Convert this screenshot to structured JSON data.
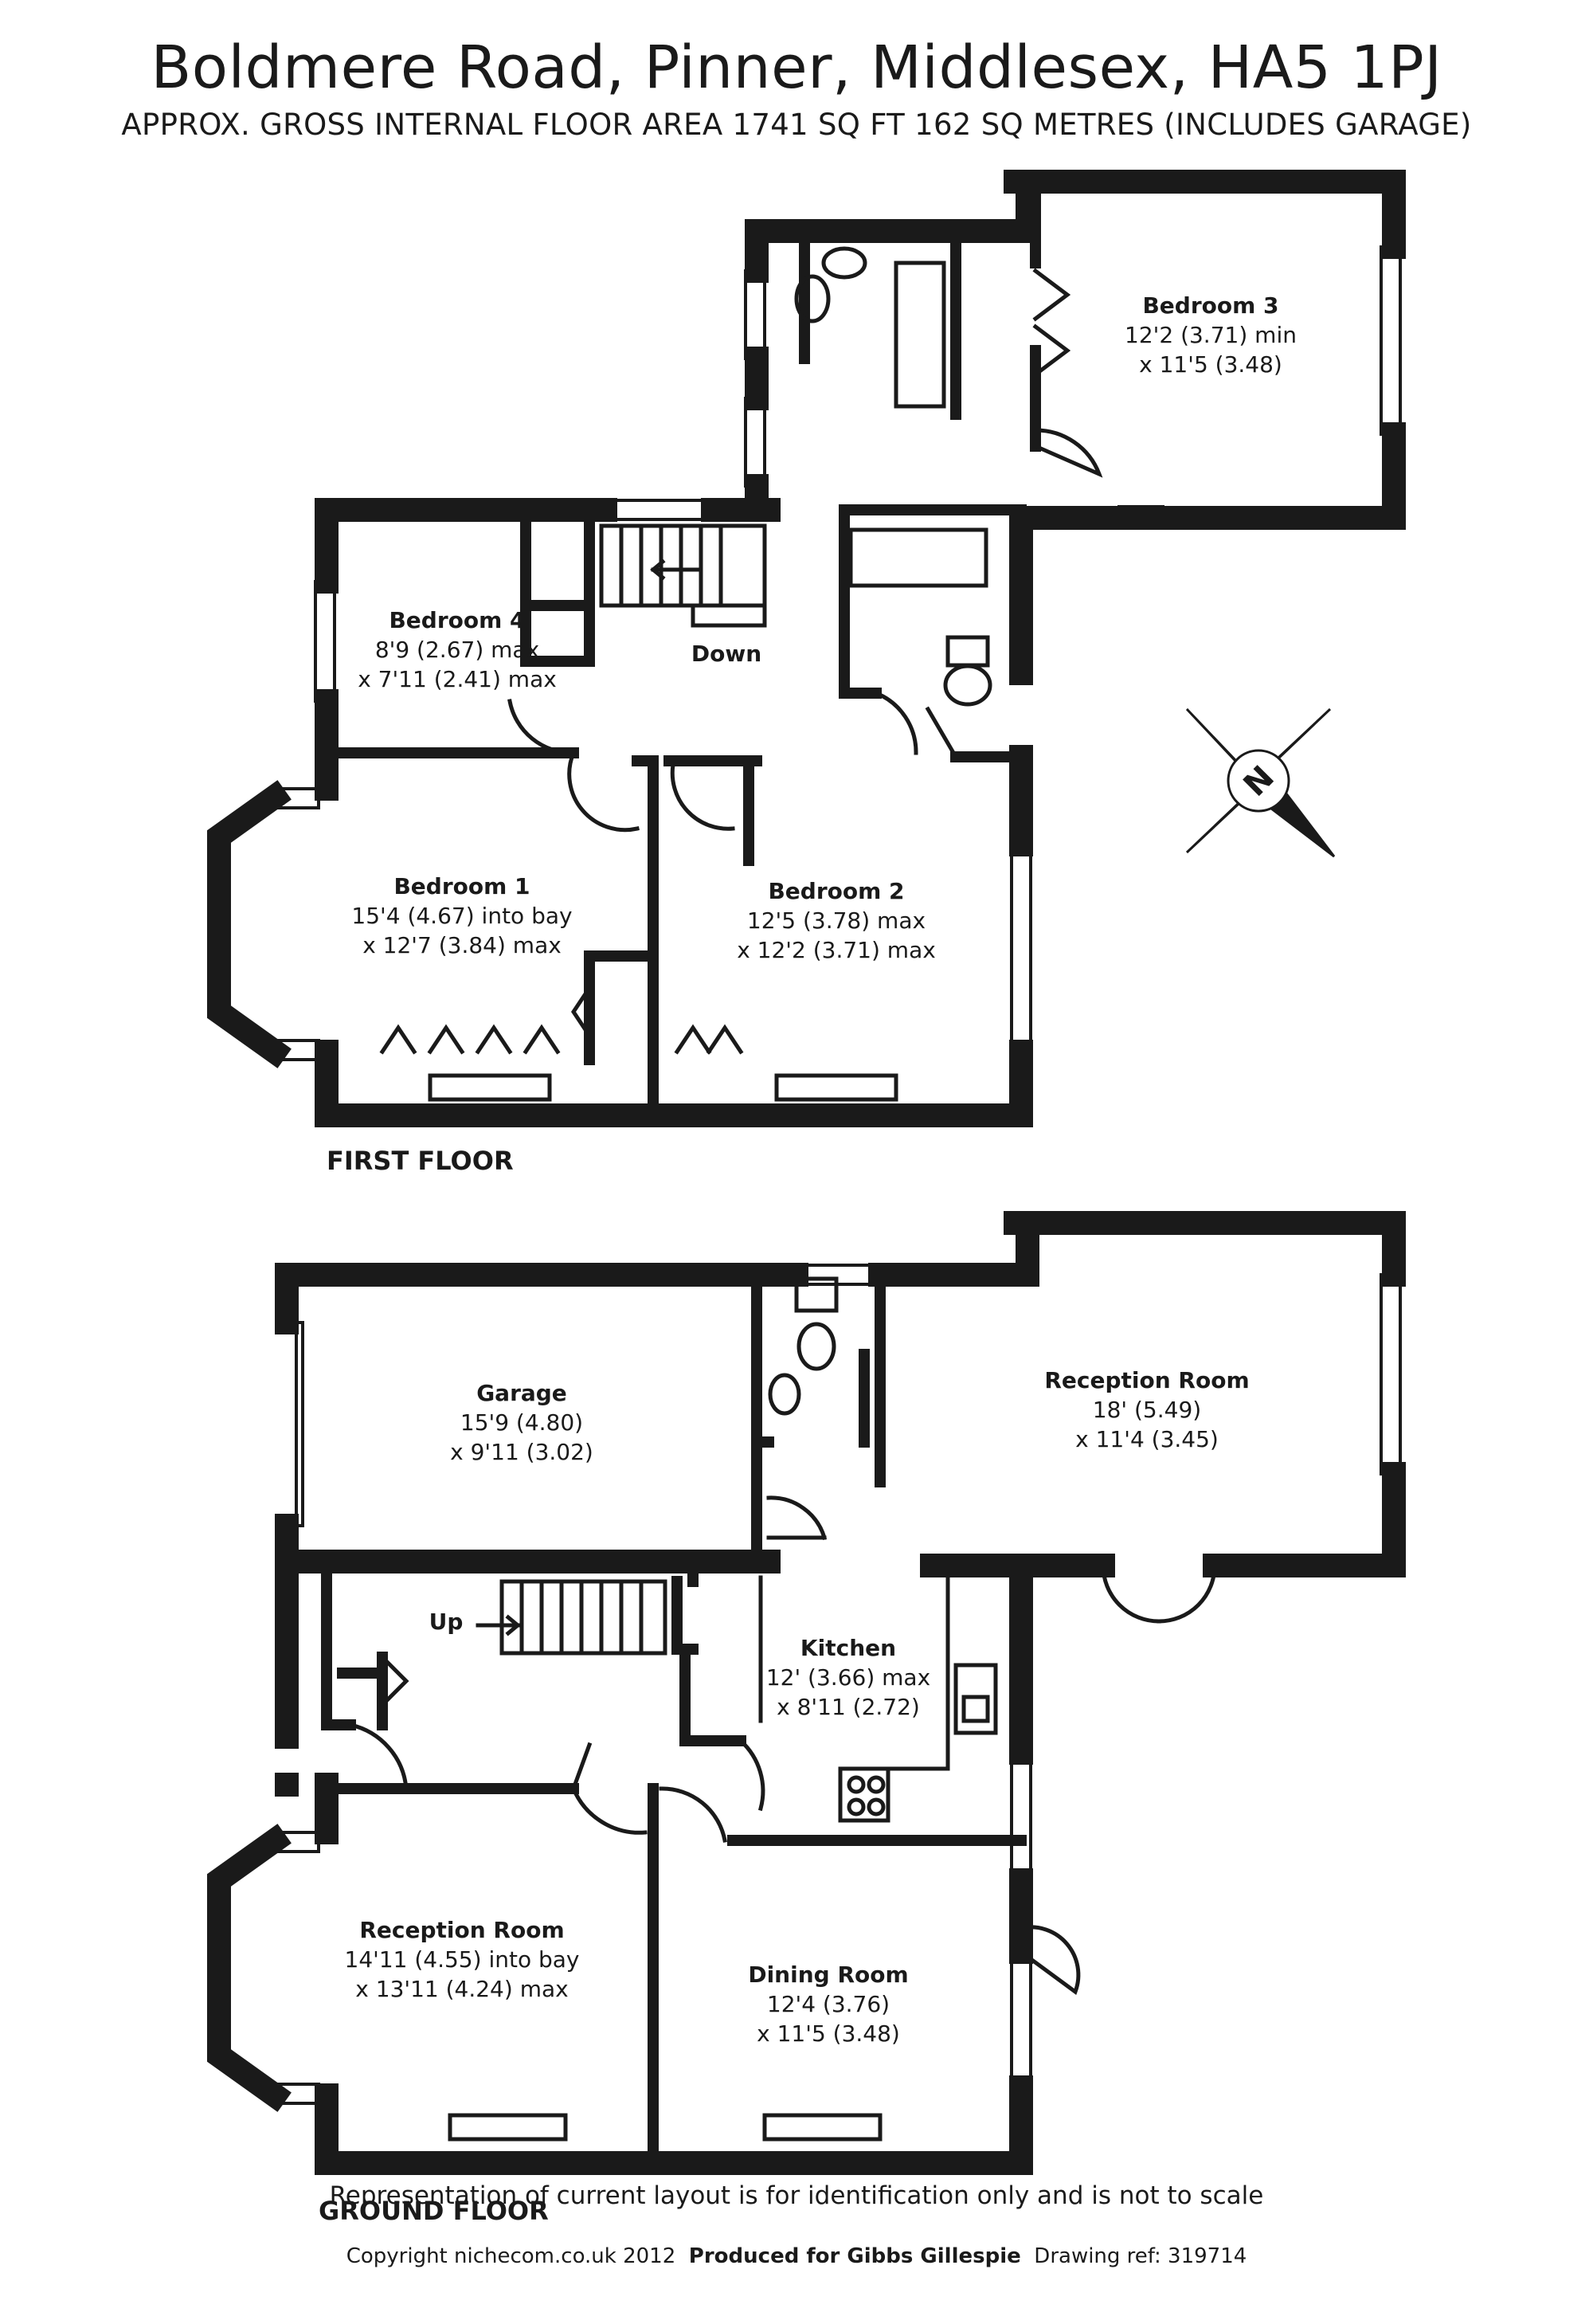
{
  "header": {
    "title": "Boldmere Road, Pinner, Middlesex, HA5 1PJ",
    "subtitle": "APPROX. GROSS INTERNAL FLOOR AREA 1741 SQ FT 162 SQ METRES (INCLUDES GARAGE)"
  },
  "first_floor": {
    "label": "FIRST FLOOR",
    "stairs_label": "Down",
    "rooms": {
      "bedroom3": {
        "name": "Bedroom 3",
        "dim1": "12'2 (3.71) min",
        "dim2": "x 11'5 (3.48)"
      },
      "bedroom4": {
        "name": "Bedroom 4",
        "dim1": "8'9 (2.67) max",
        "dim2": "x 7'11 (2.41) max"
      },
      "bedroom1": {
        "name": "Bedroom 1",
        "dim1": "15'4 (4.67) into bay",
        "dim2": "x 12'7 (3.84) max"
      },
      "bedroom2": {
        "name": "Bedroom 2",
        "dim1": "12'5 (3.78) max",
        "dim2": "x 12'2 (3.71) max"
      }
    }
  },
  "compass": {
    "letter": "N"
  },
  "ground_floor": {
    "label": "GROUND FLOOR",
    "stairs_label": "Up",
    "rooms": {
      "garage": {
        "name": "Garage",
        "dim1": "15'9 (4.80)",
        "dim2": "x 9'11 (3.02)"
      },
      "reception_rear": {
        "name": "Reception Room",
        "dim1": "18' (5.49)",
        "dim2": "x 11'4 (3.45)"
      },
      "kitchen": {
        "name": "Kitchen",
        "dim1": "12' (3.66) max",
        "dim2": "x 8'11 (2.72)"
      },
      "reception_front": {
        "name": "Reception Room",
        "dim1": "14'11 (4.55) into bay",
        "dim2": "x 13'11 (4.24) max"
      },
      "dining": {
        "name": "Dining Room",
        "dim1": "12'4 (3.76)",
        "dim2": "x 11'5 (3.48)"
      }
    }
  },
  "footer": {
    "disclaimer": "Representation of current layout is for identification only and is not to scale",
    "copyright": "Copyright nichecom.co.uk 2012",
    "produced": "Produced for Gibbs Gillespie",
    "drawing_ref": "Drawing ref:  319714"
  }
}
